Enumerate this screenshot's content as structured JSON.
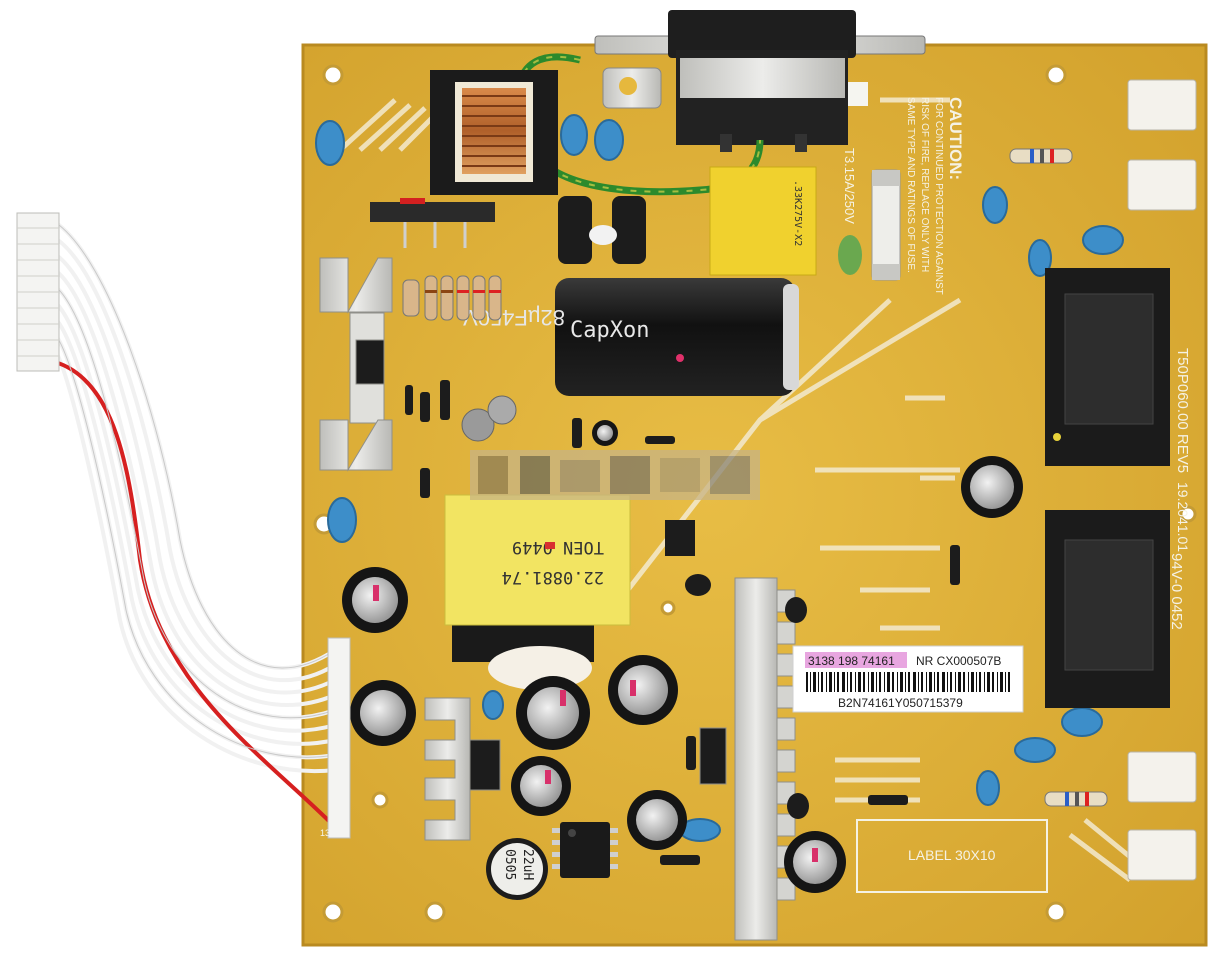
{
  "board": {
    "caution_title": "CAUTION:",
    "caution_lines": [
      "FOR CONTINUED PROTECTION AGAINST",
      "RISK OF FIRE, REPLACE ONLY WITH",
      "SAME TYPE AND RATINGS OF FUSE."
    ],
    "fuse_rating": "T3.15A/250V",
    "part_number_rev": "T50P060.00 REV5",
    "date_code": "19.2041.01",
    "ul_code": "94V-0 0452",
    "label_box": "LABEL 30X10",
    "connector_pin_label": "13"
  },
  "sticker": {
    "line1": "3138 198 74161",
    "line1_suffix": "NR CX000507B",
    "serial": "B2N74161Y050715379"
  },
  "capacitor_main": {
    "brand": "CapXon",
    "rating": "82µF450V"
  },
  "transformer": {
    "line1": "22.0881.74",
    "line2": "TOEN 0449"
  },
  "inductor": {
    "line1": "22uH",
    "line2": "0505"
  },
  "colors": {
    "pcb": "#e2b43a",
    "pcb_dark": "#c99a24",
    "silk": "#f4f0df",
    "sticker_bg": "#ffffff",
    "sticker_highlight": "#e8a6e0",
    "transformer_yellow": "#f2e462",
    "heatsink": "#d8d8d4",
    "capacitor_black": "#141414"
  }
}
